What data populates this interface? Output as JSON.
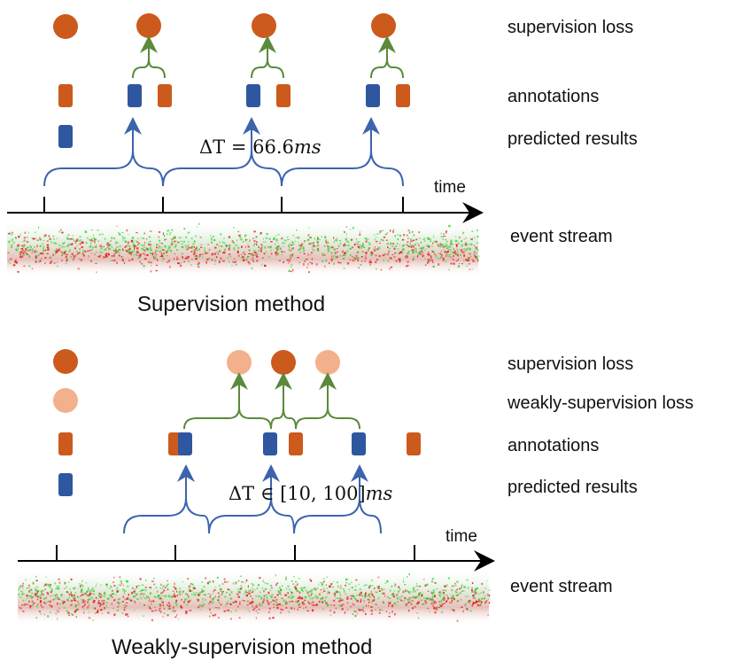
{
  "colors": {
    "loss": "#cc5a1c",
    "weak_loss": "#f2b08c",
    "annotation": "#cc5a1c",
    "prediction": "#2e57a0",
    "bracket_blue": "#3b64ad",
    "bracket_green": "#5a8a3a",
    "axis": "#000000"
  },
  "supervision": {
    "labels": {
      "loss": "supervision loss",
      "annotations": "annotations",
      "predicted": "predicted results",
      "event_stream": "event stream",
      "time": "time"
    },
    "delta_t": {
      "prefix": "ΔT = ",
      "value": "66.6",
      "unit": "ms"
    },
    "title": "Supervision method"
  },
  "weakly": {
    "labels": {
      "loss": "supervision loss",
      "weak_loss": "weakly-supervision loss",
      "annotations": "annotations",
      "predicted": "predicted results",
      "event_stream": "event stream",
      "time": "time"
    },
    "delta_t": {
      "prefix": "ΔT ∈ ",
      "value": "[10, 100]",
      "unit": "ms"
    },
    "title": "Weakly-supervision method"
  }
}
